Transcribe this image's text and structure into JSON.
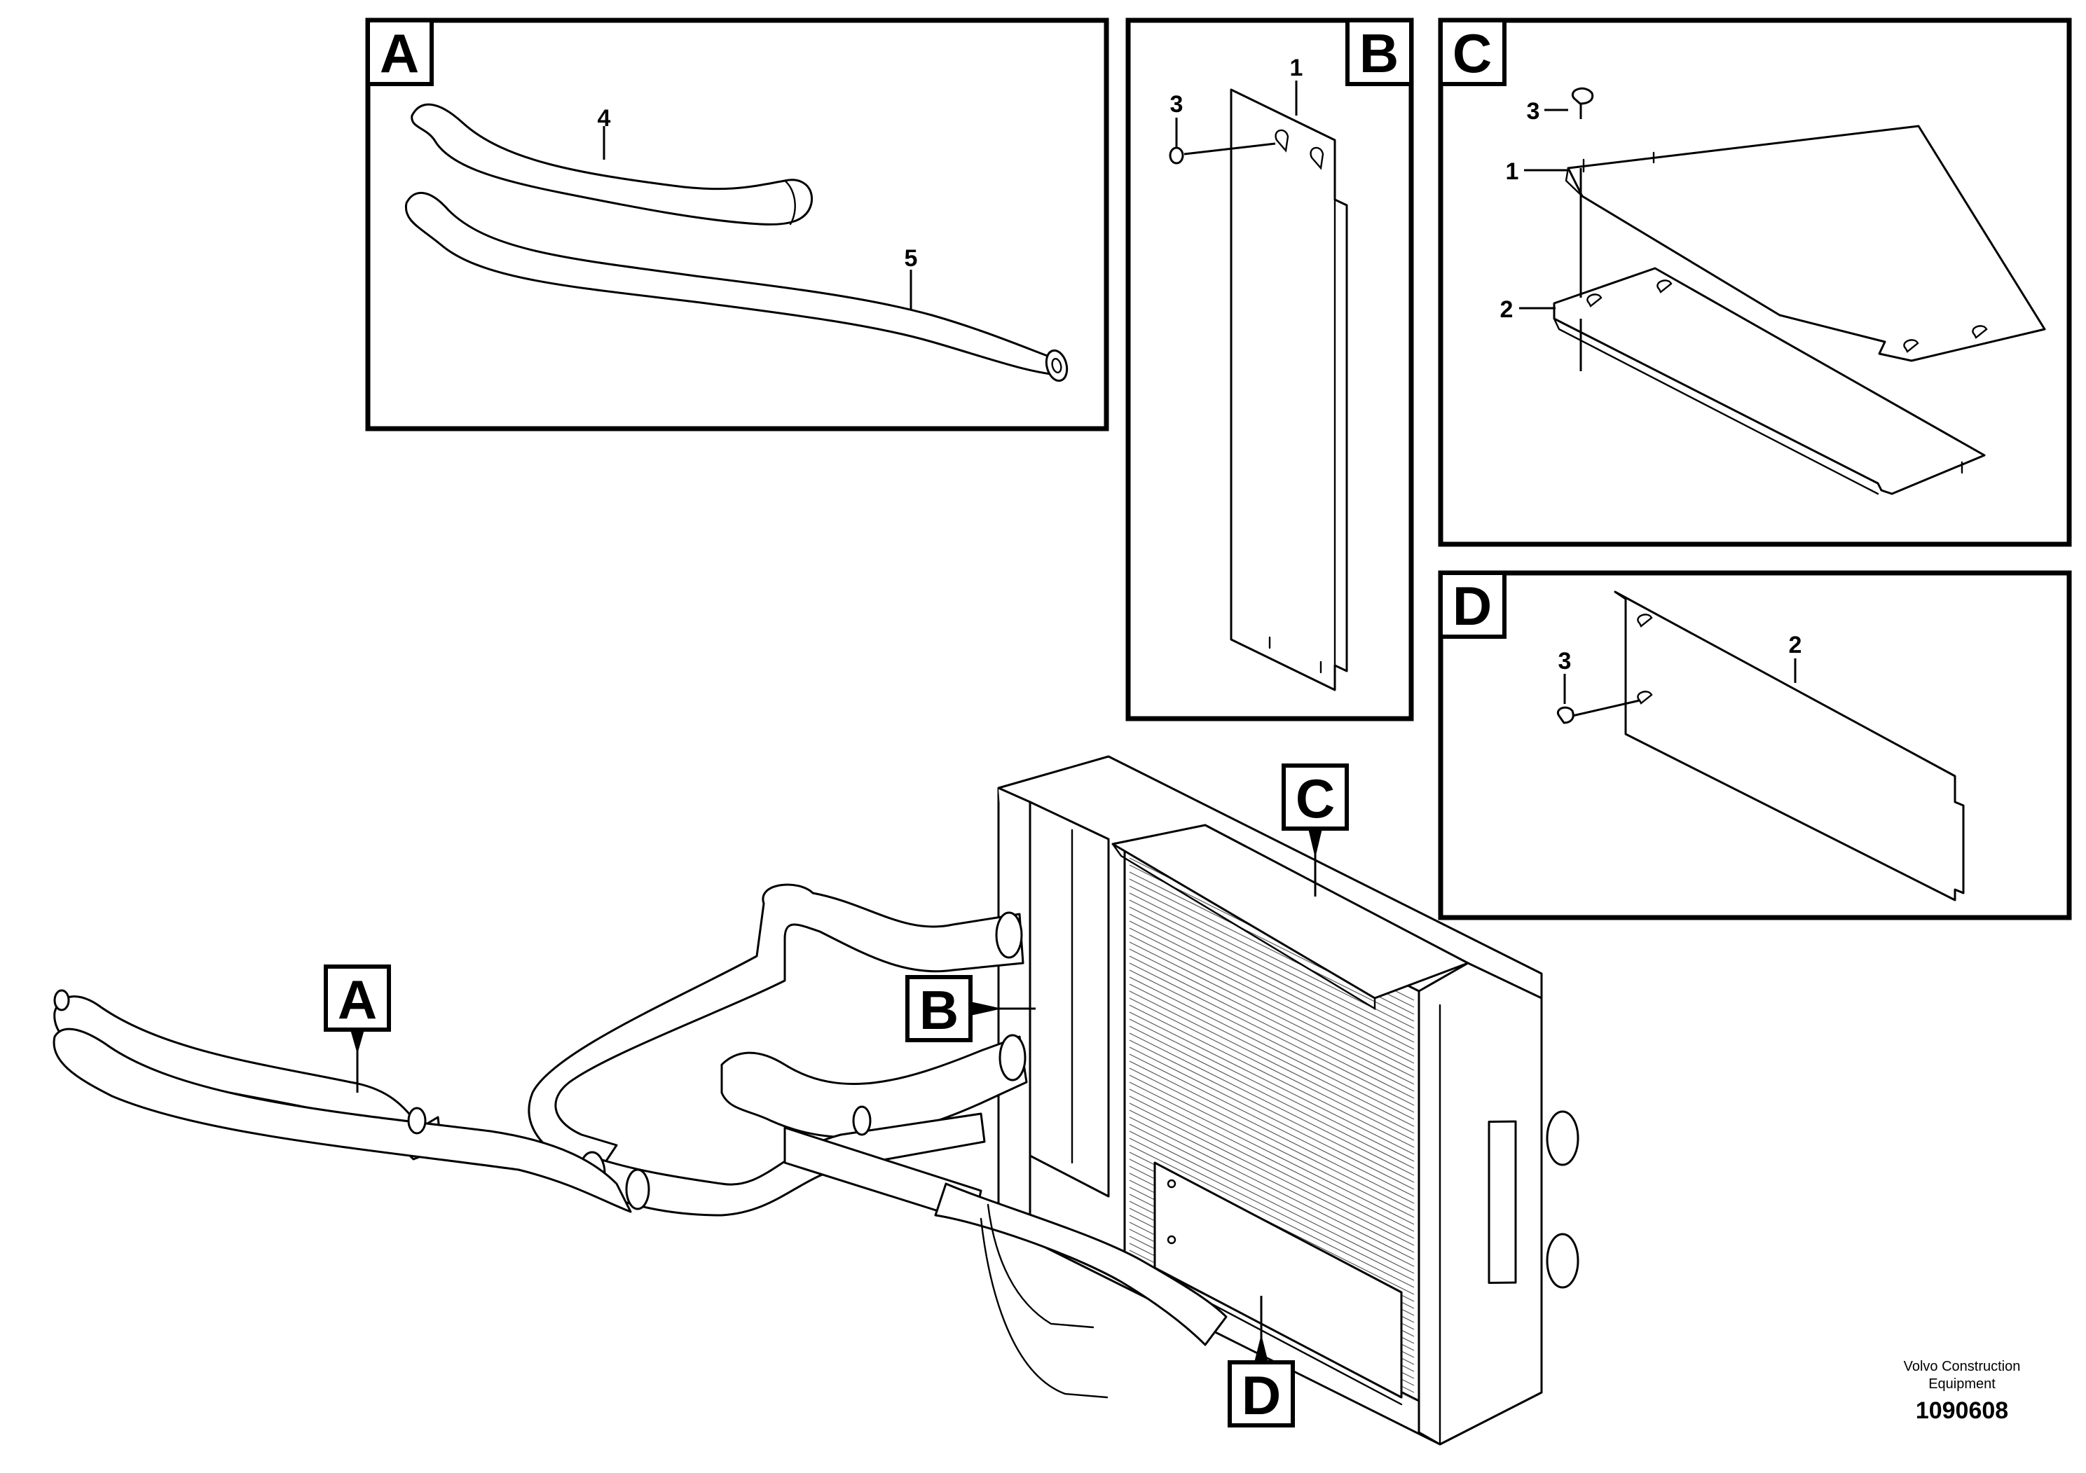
{
  "views": {
    "A": {
      "tag": "A",
      "callouts": [
        "4",
        "5"
      ]
    },
    "B": {
      "tag": "B",
      "callouts": [
        "3",
        "1"
      ]
    },
    "C": {
      "tag": "C",
      "callouts": [
        "3",
        "1",
        "2"
      ]
    },
    "D": {
      "tag": "D",
      "callouts": [
        "3",
        "2"
      ]
    }
  },
  "main_tags": {
    "A": "A",
    "B": "B",
    "C": "C",
    "D": "D"
  },
  "footer": {
    "company_line1": "Volvo Construction",
    "company_line2": "Equipment",
    "drawing_number": "1090608"
  }
}
